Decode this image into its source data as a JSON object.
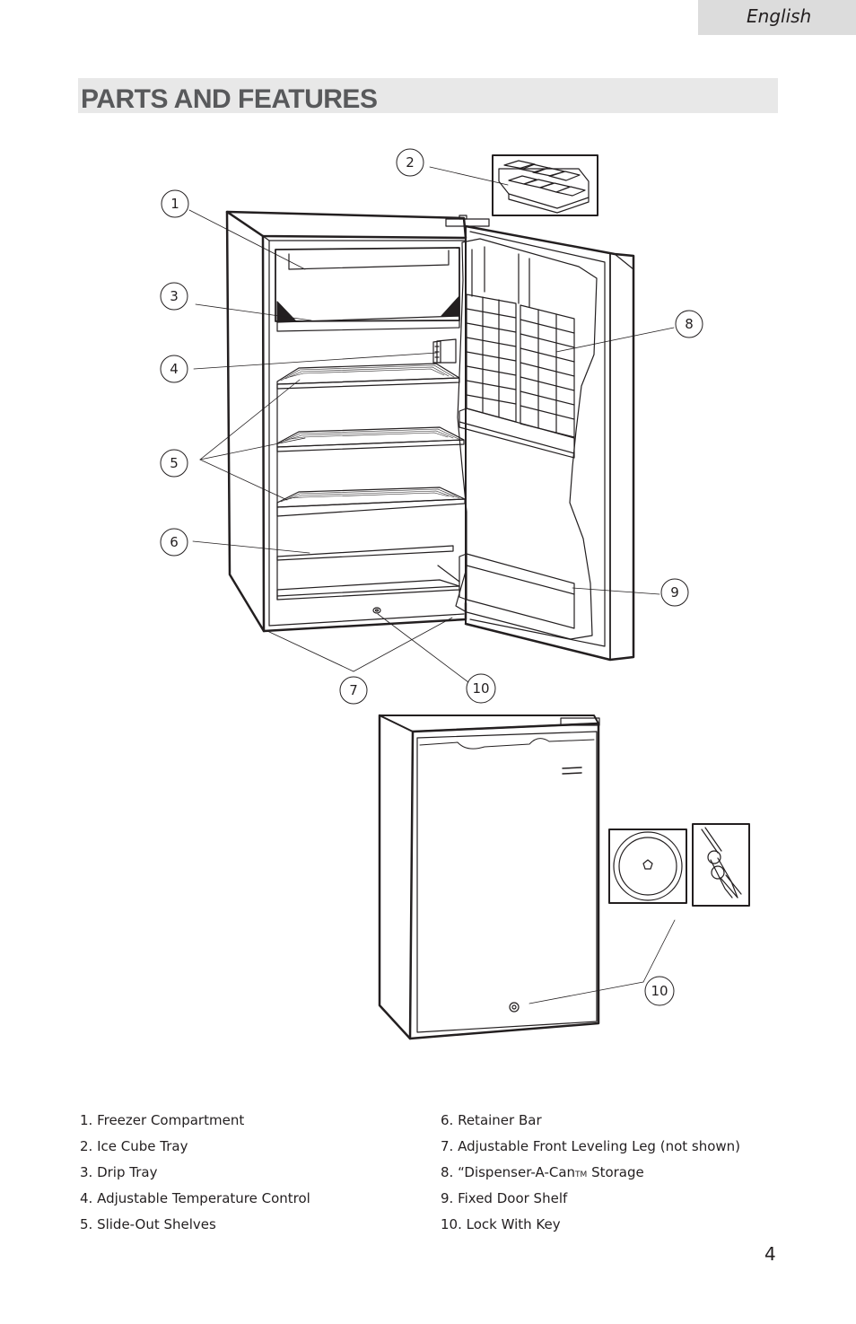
{
  "header": {
    "language": "English"
  },
  "section": {
    "title": "PARTS AND FEATURES"
  },
  "callouts": [
    "1",
    "2",
    "3",
    "4",
    "5",
    "6",
    "7",
    "8",
    "9",
    "10"
  ],
  "parts_left": [
    "1. Freezer Compartment",
    "2. Ice Cube Tray",
    "3. Drip Tray",
    "4. Adjustable Temperature Control",
    "5. Slide-Out Shelves"
  ],
  "parts_right": [
    "6. Retainer Bar",
    "7. Adjustable Front Leveling Leg (not shown)",
    {
      "before": "8. “Dispenser-A-Can",
      "tm": "TM",
      "after": " Storage"
    },
    "9. Fixed Door Shelf",
    "10. Lock With Key"
  ],
  "page_number": "4"
}
